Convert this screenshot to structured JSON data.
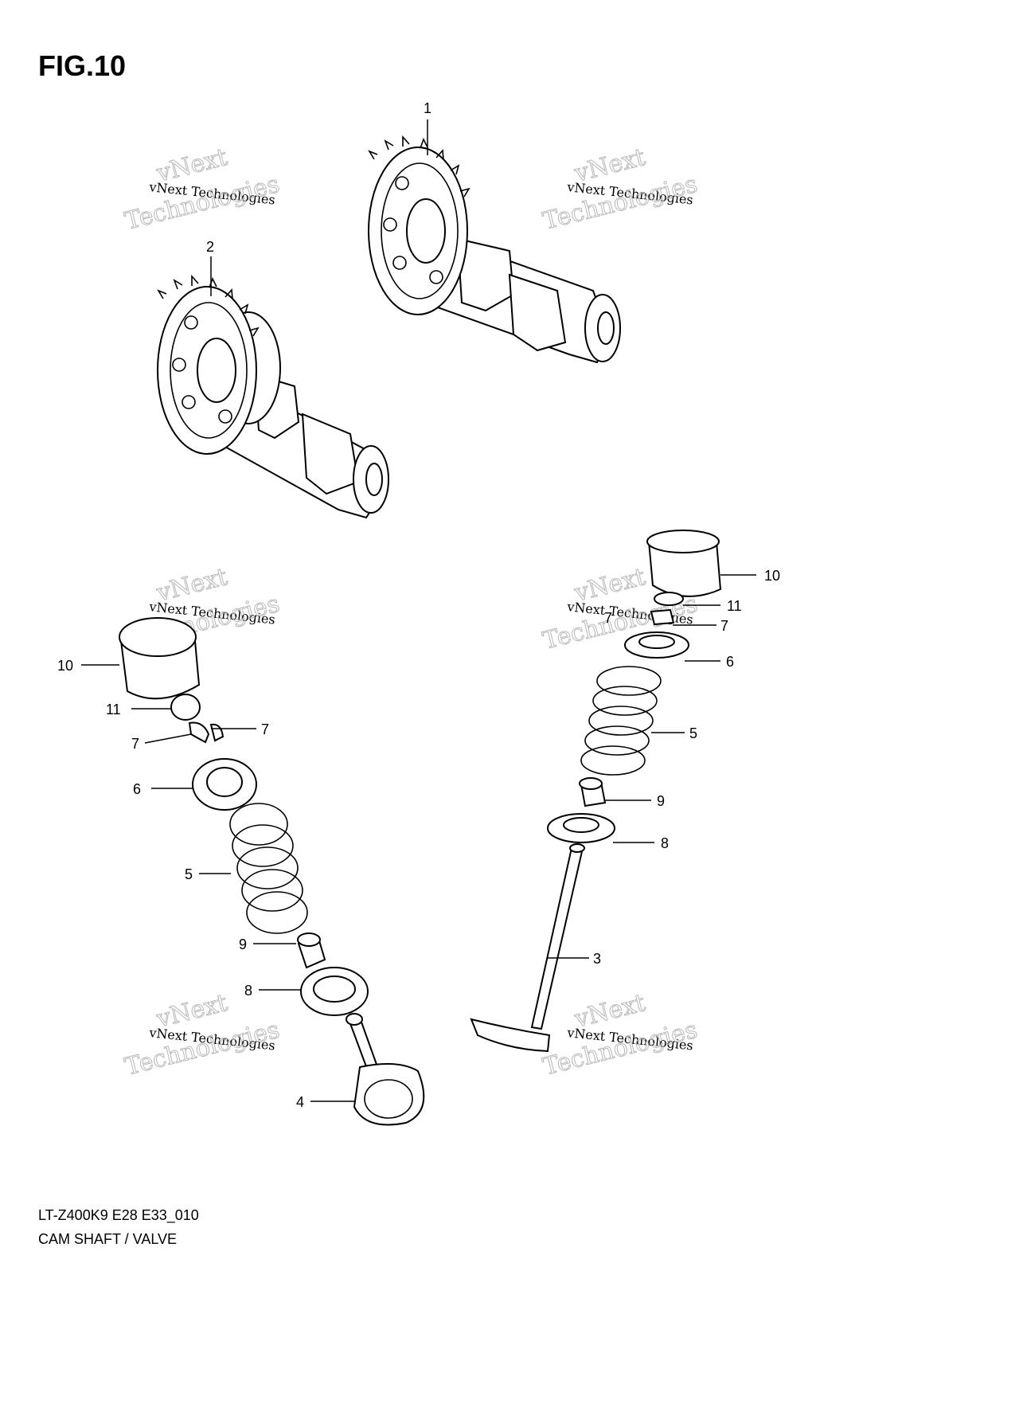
{
  "figure": {
    "title": "FIG.10"
  },
  "footer": {
    "model_code": "LT-Z400K9 E28 E33_010",
    "caption": "CAM SHAFT / VALVE"
  },
  "watermark": {
    "line1": "vNext",
    "line2": "vNext Technologies",
    "line3": "Technologies"
  },
  "callouts": {
    "c1": "1",
    "c2": "2",
    "c10a": "10",
    "c11a": "11",
    "c7a": "7",
    "c7b": "7",
    "c6a": "6",
    "c5a": "5",
    "c9a": "9",
    "c8a": "8",
    "c4": "4",
    "c10b": "10",
    "c11b": "11",
    "c7c": "7",
    "c7d": "7",
    "c6b": "6",
    "c5b": "5",
    "c9b": "9",
    "c8b": "8",
    "c3": "3"
  }
}
